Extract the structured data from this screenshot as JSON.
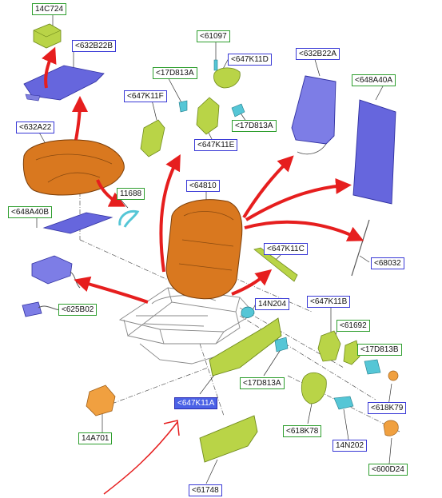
{
  "callouts": [
    {
      "id": "c1",
      "text": "14C724",
      "color": "green"
    },
    {
      "id": "c2",
      "text": "<632B22B",
      "color": "blue"
    },
    {
      "id": "c3",
      "text": "<61097",
      "color": "green"
    },
    {
      "id": "c4",
      "text": "<17D813A",
      "color": "green"
    },
    {
      "id": "c5",
      "text": "<647K11D",
      "color": "blue"
    },
    {
      "id": "c6",
      "text": "<632B22A",
      "color": "blue"
    },
    {
      "id": "c7",
      "text": "<648A40A",
      "color": "green"
    },
    {
      "id": "c8",
      "text": "<647K11F",
      "color": "blue"
    },
    {
      "id": "c9",
      "text": "<632A22",
      "color": "blue"
    },
    {
      "id": "c10",
      "text": "<17D813A",
      "color": "green"
    },
    {
      "id": "c11",
      "text": "<647K11E",
      "color": "blue"
    },
    {
      "id": "c12",
      "text": "11688",
      "color": "green"
    },
    {
      "id": "c13",
      "text": "<64810",
      "color": "blue"
    },
    {
      "id": "c14",
      "text": "<648A40B",
      "color": "green"
    },
    {
      "id": "c15",
      "text": "<647K11C",
      "color": "blue"
    },
    {
      "id": "c16",
      "text": "<68032",
      "color": "blue"
    },
    {
      "id": "c17",
      "text": "<625B02",
      "color": "green"
    },
    {
      "id": "c18",
      "text": "14N204",
      "color": "blue"
    },
    {
      "id": "c19",
      "text": "<647K11B",
      "color": "blue"
    },
    {
      "id": "c20",
      "text": "<61692",
      "color": "green"
    },
    {
      "id": "c21",
      "text": "<17D813B",
      "color": "green"
    },
    {
      "id": "c22",
      "text": "<17D813A",
      "color": "green"
    },
    {
      "id": "c23",
      "text": "<647K11A",
      "color": "selected"
    },
    {
      "id": "c24",
      "text": "<618K79",
      "color": "blue"
    },
    {
      "id": "c25",
      "text": "14A701",
      "color": "green"
    },
    {
      "id": "c26",
      "text": "<618K78",
      "color": "green"
    },
    {
      "id": "c27",
      "text": "14N202",
      "color": "blue"
    },
    {
      "id": "c28",
      "text": "<600D24",
      "color": "green"
    },
    {
      "id": "c29",
      "text": "<61748",
      "color": "blue"
    }
  ],
  "colors": {
    "foam": "#d9781f",
    "trim_blue": "#6666dd",
    "plastic_green": "#b9d447",
    "clip_cyan": "#55c6d6",
    "knob_orange": "#f0a040",
    "arrow_red": "#e61e1e",
    "label_green": "#2e9e2e",
    "label_blue": "#3a3ad6",
    "label_selected": "#4b62e6"
  }
}
